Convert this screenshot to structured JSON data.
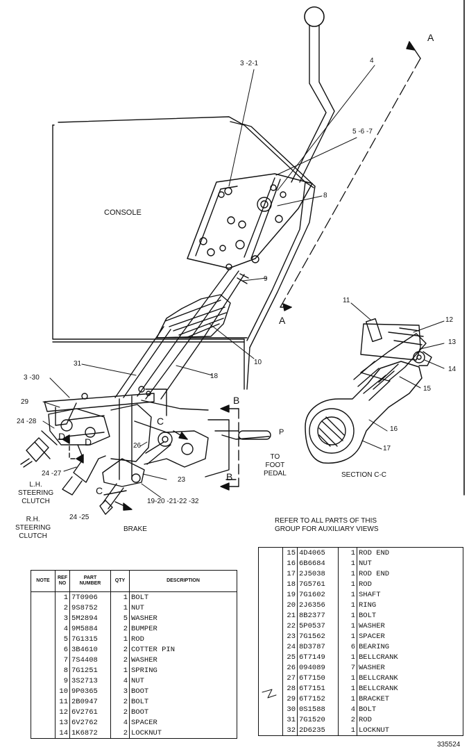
{
  "labels": {
    "console": "CONSOLE",
    "callout_321": "3 -2-1",
    "callout_4": "4",
    "callout_567": "5 -6 -7",
    "callout_8": "8",
    "callout_9": "9",
    "callout_10": "10",
    "callout_18": "18",
    "callout_31": "31",
    "callout_330": "3 -30",
    "callout_29": "29",
    "callout_2428": "24 -28",
    "callout_2427": "24 -27",
    "callout_2425": "24 -25",
    "callout_26": "26",
    "callout_23": "23",
    "callout_19": "19-20 -21-22 -32",
    "callout_11": "11",
    "callout_12": "12",
    "callout_13": "13",
    "callout_14": "14",
    "callout_15": "15",
    "callout_16": "16",
    "callout_17": "17",
    "section_A_top": "A",
    "section_A_mid": "A",
    "section_B_top": "B",
    "section_B_bot": "B",
    "section_C_left": "C",
    "section_C_right": "C",
    "section_D_left": "D",
    "section_D_right": "D",
    "letter_P": "P",
    "to_foot_pedal": "TO\nFOOT\nPEDAL",
    "section_cc": "SECTION C-C",
    "lh_steering": "L.H.\nSTEERING\nCLUTCH",
    "rh_steering": "R.H.\nSTEERING\nCLUTCH",
    "brake": "BRAKE",
    "refer_note": "REFER TO ALL PARTS OF THIS\nGROUP FOR AUXILIARY VIEWS",
    "figure_number": "335524"
  },
  "table_left": {
    "headers": [
      "NOTE",
      "REF\nNO",
      "PART\nNUMBER",
      "QTY",
      "DESCRIPTION"
    ],
    "rows": [
      [
        "",
        "1",
        "7T0906",
        "1",
        "BOLT"
      ],
      [
        "",
        "2",
        "9S8752",
        "1",
        "NUT"
      ],
      [
        "",
        "3",
        "5M2894",
        "5",
        "WASHER"
      ],
      [
        "",
        "4",
        "9M5884",
        "2",
        "BUMPER"
      ],
      [
        "",
        "5",
        "7G1315",
        "1",
        "ROD"
      ],
      [
        "",
        "6",
        "3B4610",
        "2",
        "COTTER PIN"
      ],
      [
        "",
        "7",
        "7S4408",
        "2",
        "WASHER"
      ],
      [
        "",
        "8",
        "7G1251",
        "1",
        "SPRING"
      ],
      [
        "",
        "9",
        "3S2713",
        "4",
        "NUT"
      ],
      [
        "",
        "10",
        "9P0365",
        "3",
        "BOOT"
      ],
      [
        "",
        "11",
        "2B0947",
        "2",
        "BOLT"
      ],
      [
        "",
        "12",
        "6V2761",
        "2",
        "BOOT"
      ],
      [
        "",
        "13",
        "6V2762",
        "4",
        "SPACER"
      ],
      [
        "",
        "14",
        "1K6872",
        "2",
        "LOCKNUT"
      ]
    ]
  },
  "table_right": {
    "rows": [
      [
        "",
        "15",
        "4D4065",
        "1",
        "ROD END"
      ],
      [
        "",
        "16",
        "6B6684",
        "1",
        "NUT"
      ],
      [
        "",
        "17",
        "2J5038",
        "1",
        "ROD END"
      ],
      [
        "",
        "18",
        "7G5761",
        "1",
        "ROD"
      ],
      [
        "",
        "19",
        "7G1602",
        "1",
        "SHAFT"
      ],
      [
        "",
        "20",
        "2J6356",
        "1",
        "RING"
      ],
      [
        "",
        "21",
        "8B2377",
        "1",
        "BOLT"
      ],
      [
        "",
        "22",
        "5P0537",
        "1",
        "WASHER"
      ],
      [
        "",
        "23",
        "7G1562",
        "1",
        "SPACER"
      ],
      [
        "",
        "24",
        "8D3787",
        "6",
        "BEARING"
      ],
      [
        "",
        "25",
        "6T7149",
        "1",
        "BELLCRANK"
      ],
      [
        "",
        "26",
        "094089",
        "7",
        "WASHER"
      ],
      [
        "",
        "27",
        "6T7150",
        "1",
        "BELLCRANK"
      ],
      [
        "",
        "28",
        "6T7151",
        "1",
        "BELLCRANK"
      ],
      [
        "",
        "29",
        "6T7152",
        "1",
        "BRACKET"
      ],
      [
        "",
        "30",
        "0S1588",
        "4",
        "BOLT"
      ],
      [
        "",
        "31",
        "7G1520",
        "2",
        "ROD"
      ],
      [
        "",
        "32",
        "2D6235",
        "1",
        "LOCKNUT"
      ]
    ]
  }
}
